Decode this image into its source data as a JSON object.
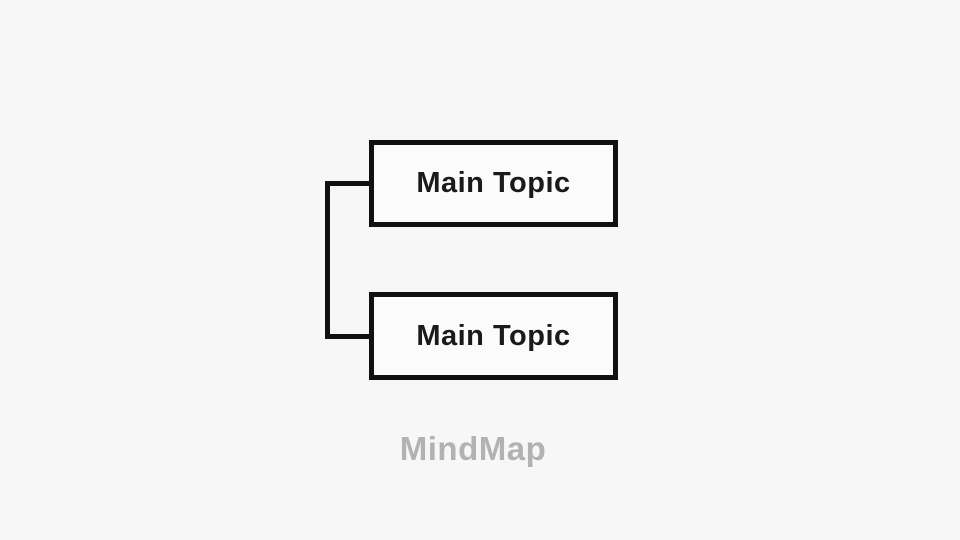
{
  "app": {
    "title": "MindMap"
  },
  "diagram": {
    "nodes": [
      {
        "label": "Main Topic"
      },
      {
        "label": "Main Topic"
      }
    ],
    "connector": {
      "type": "bracket",
      "description": "vertical line joining left-center of both nodes"
    }
  },
  "colors": {
    "background": "#f7f7f7",
    "node_fill": "#fbfbfb",
    "node_border": "#111111",
    "node_text": "#1a1a1a",
    "connector": "#111111",
    "watermark_text": "#b2b2b2"
  }
}
